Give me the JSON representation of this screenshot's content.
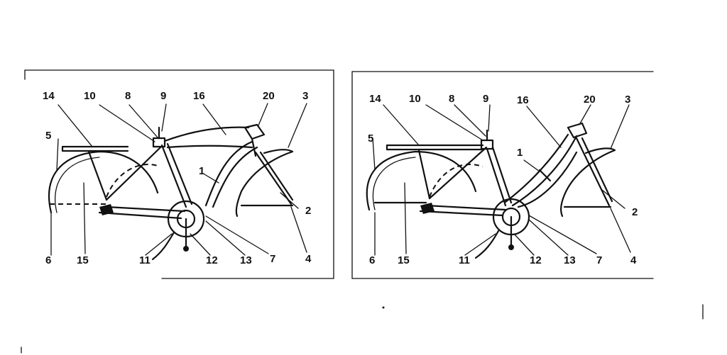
{
  "diagrams": [
    {
      "id": "left",
      "labels": [
        "14",
        "10",
        "8",
        "9",
        "16",
        "20",
        "3",
        "5",
        "1",
        "2",
        "6",
        "15",
        "11",
        "12",
        "13",
        "7",
        "4"
      ]
    },
    {
      "id": "right",
      "labels": [
        "14",
        "10",
        "8",
        "9",
        "16",
        "20",
        "3",
        "5",
        "1",
        "2",
        "6",
        "15",
        "11",
        "12",
        "13",
        "7",
        "4"
      ]
    }
  ]
}
